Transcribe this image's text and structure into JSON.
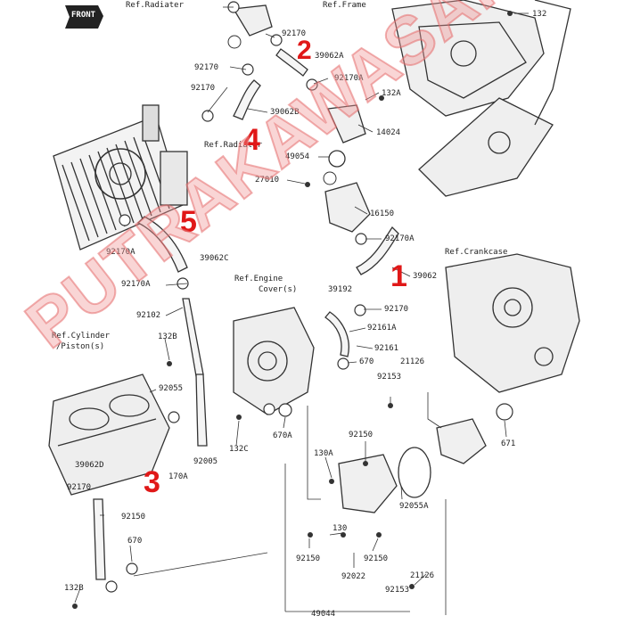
{
  "logo": {
    "text": "FRONT"
  },
  "labels": {
    "ref_radiater_top": "Ref.Radiater",
    "ref_frame": "Ref.Frame",
    "p132": "132",
    "p92170_1": "92170",
    "p39062a": "39062A",
    "p92170_2": "92170",
    "p92170a_1": "92170A",
    "p92170_3": "92170",
    "p132a": "132A",
    "p39062b": "39062B",
    "p14024": "14024",
    "ref_radiator_mid": "Ref.Radiator",
    "p49054": "49054",
    "p27010": "27010",
    "p16150": "16150",
    "p92170a_2": "92170A",
    "p92170a_3": "92170A",
    "p39062c": "39062C",
    "ref_crankcase": "Ref.Crankcase",
    "p39062": "39062",
    "ref_engine_cover_1": "Ref.Engine",
    "ref_engine_cover_2": "Cover(s)",
    "p39192": "39192",
    "p92170a_4": "92170A",
    "p92170_4": "92170",
    "p92102": "92102",
    "p92161a": "92161A",
    "ref_cylinder_1": "Ref.Cylinder",
    "ref_cylinder_2": "/Piston(s)",
    "p132b_1": "132B",
    "p92161": "92161",
    "p670": "670",
    "p21126_1": "21126",
    "p92153_1": "92153",
    "p92055": "92055",
    "p670a": "670A",
    "p92150_1": "92150",
    "p671": "671",
    "p132c": "132C",
    "p130a": "130A",
    "p92005": "92005",
    "p39062d": "39062D",
    "p170a": "170A",
    "p92170_5": "92170",
    "p92055a": "92055A",
    "p92150_2": "92150",
    "p130": "130",
    "p670_2": "670",
    "p92150_3": "92150",
    "p92150_4": "92150",
    "p92022": "92022",
    "p21126_2": "21126",
    "p132b_2": "132B",
    "p92153_2": "92153",
    "p49044": "49044"
  },
  "callouts": {
    "c1": "1",
    "c2": "2",
    "c3": "3",
    "c4": "4",
    "c5": "5"
  },
  "watermark": {
    "text": "PUTRAKAWASAKI"
  }
}
